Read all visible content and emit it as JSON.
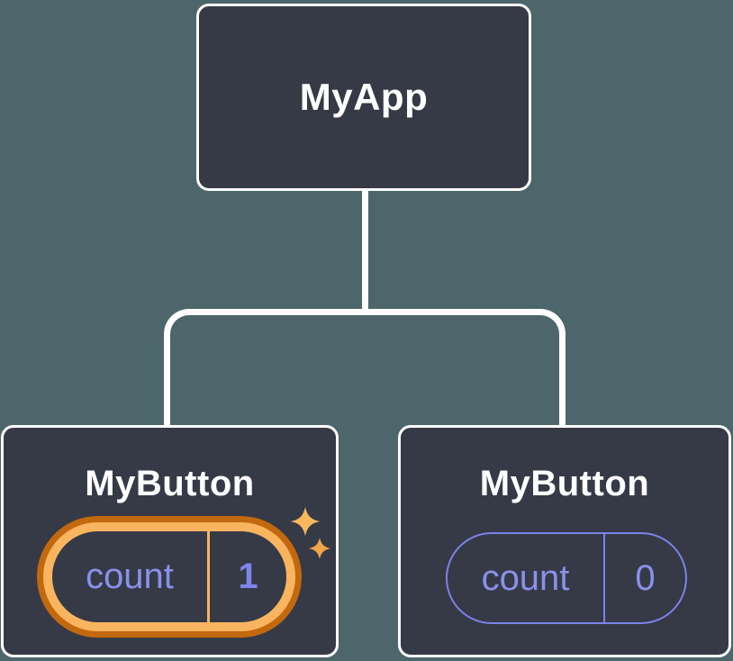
{
  "diagram": {
    "description": "Component tree showing isolated state",
    "root_node": {
      "title": "MyApp"
    },
    "nodes": [
      {
        "title": "MyButton",
        "state_label": "count",
        "state_value": "1",
        "highlighted": true
      },
      {
        "title": "MyButton",
        "state_label": "count",
        "state_value": "0",
        "highlighted": false
      }
    ],
    "colors": {
      "background": "#4d666b",
      "node_fill": "#353a46",
      "node_border": "#ffffff",
      "connector": "#ffffff",
      "state_text": "#8a91e9",
      "state_value_text": "#7d86e8",
      "state_outline": "#7b83e8",
      "highlight_ring_outer": "#c2680f",
      "highlight_ring_inner": "#f9b45f",
      "sparkle_large": "#f8b75c",
      "sparkle_small": "#efa64b"
    },
    "icons": {
      "sparkles": "sparkles-icon"
    }
  }
}
